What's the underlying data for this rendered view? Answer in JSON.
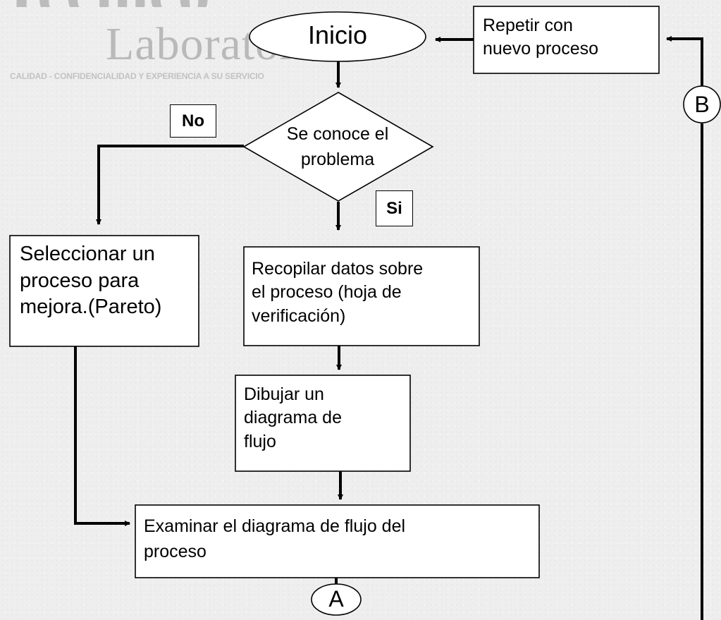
{
  "watermark": {
    "logo_text": "Laboratorio",
    "tagline": "CALIDAD - CONFIDENCIALIDAD Y EXPERIENCIA A SU SERVICIO"
  },
  "nodes": {
    "start": "Inicio",
    "repeat": "Repetir con\nnuevo proceso",
    "decision": "Se conoce el\nproblema",
    "select_process": "Seleccionar un\nproceso para\nmejora.(Pareto)",
    "collect_data": "Recopilar datos sobre\nel  proceso (hoja de\nverificación)",
    "draw_flow": "Dibujar un\ndiagrama de\nflujo",
    "examine": "Examinar el diagrama de flujo del\nproceso"
  },
  "labels": {
    "no": "No",
    "yes": "Si"
  },
  "connectors": {
    "a": "A",
    "b": "B"
  },
  "colors": {
    "background": "#eeeeee",
    "box_fill": "#ffffff",
    "line": "#000000",
    "watermark": "#bcbcbc"
  }
}
